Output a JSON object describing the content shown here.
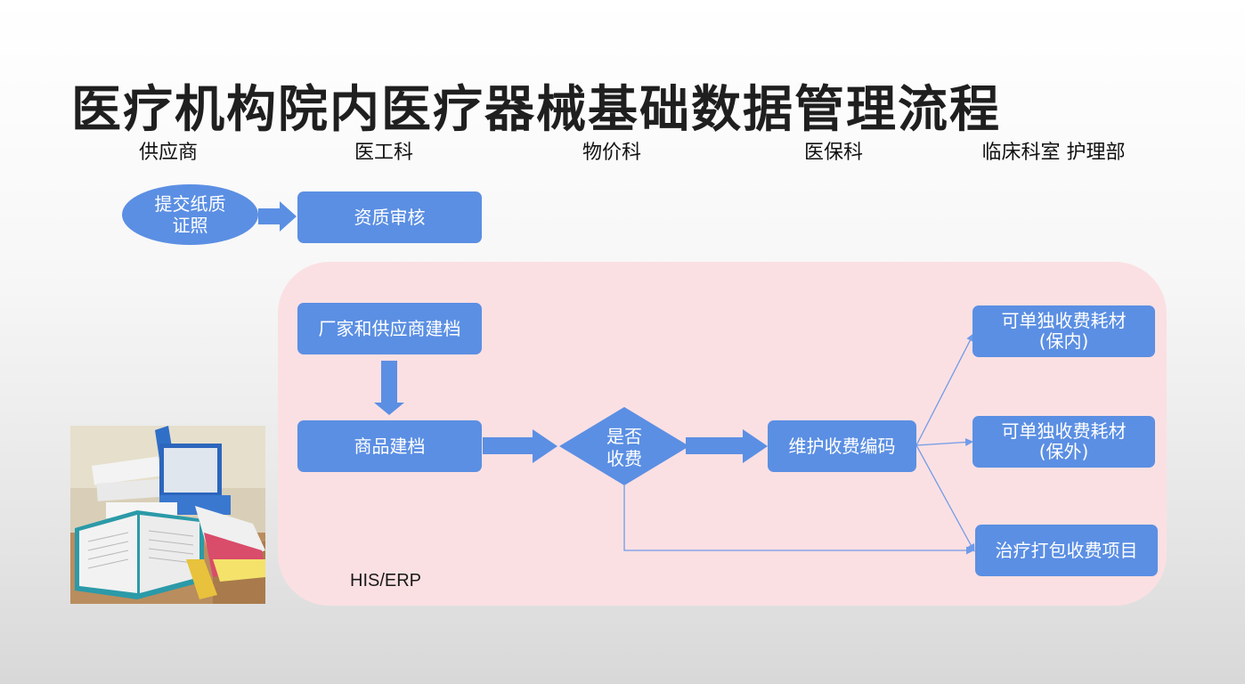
{
  "title": "医疗机构院内医疗器械基础数据管理流程",
  "columns": [
    "供应商",
    "医工科",
    "物价科",
    "医保科",
    "临床科室 护理部"
  ],
  "nodes": {
    "submit": [
      "提交纸质",
      "证照"
    ],
    "review": "资质审核",
    "archive_vendor": "厂家和供应商建档",
    "archive_product": "商品建档",
    "decision": [
      "是否",
      "收费"
    ],
    "maintain_code": "维护收费编码",
    "out_a": [
      "可单独收费耗材",
      "(保内)"
    ],
    "out_b": [
      "可单独收费耗材",
      "(保外)"
    ],
    "out_c": "治疗打包收费项目"
  },
  "region_label": "HIS/ERP",
  "colors": {
    "node": "#5b8fe3",
    "region": "#fbe0e3",
    "line": "#6f9be8"
  }
}
